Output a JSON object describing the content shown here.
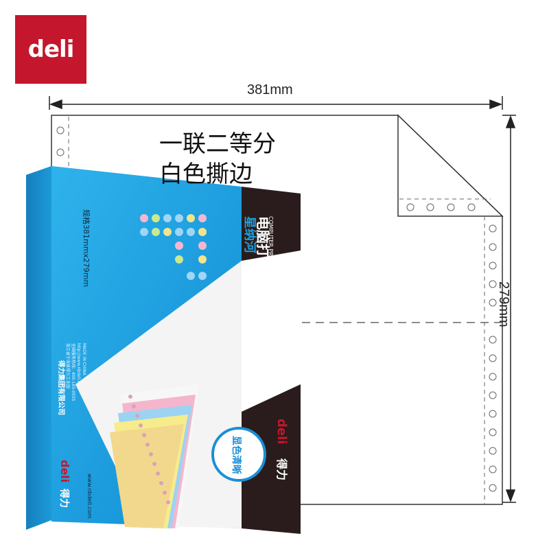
{
  "brand": {
    "logo_text": "deli"
  },
  "dimensions": {
    "width_label": "381mm",
    "height_label": "279mm"
  },
  "spec": {
    "line1": "一联二等分",
    "line2": "白色撕边"
  },
  "box": {
    "spec_label": "规格381mmx279mm",
    "product_name": "电脑打印纸",
    "product_name_en": "COMPUTER PRINT PAPER",
    "series_name": "星纳河",
    "company_name": "得力集团有限公司",
    "company_info": [
      "浙江省宁海县得力工业园",
      "全国服务热线：400-185-0555",
      "http://www.nbdeli.com",
      "MADE IN CHINA"
    ],
    "website": "www.nbdeli.com",
    "brand_cn": "得力",
    "badge_text": "显色清晰"
  },
  "colors": {
    "brand_red": "#c4172d",
    "box_blue": "#1aa0e0",
    "box_dark": "#2a1c1c"
  }
}
